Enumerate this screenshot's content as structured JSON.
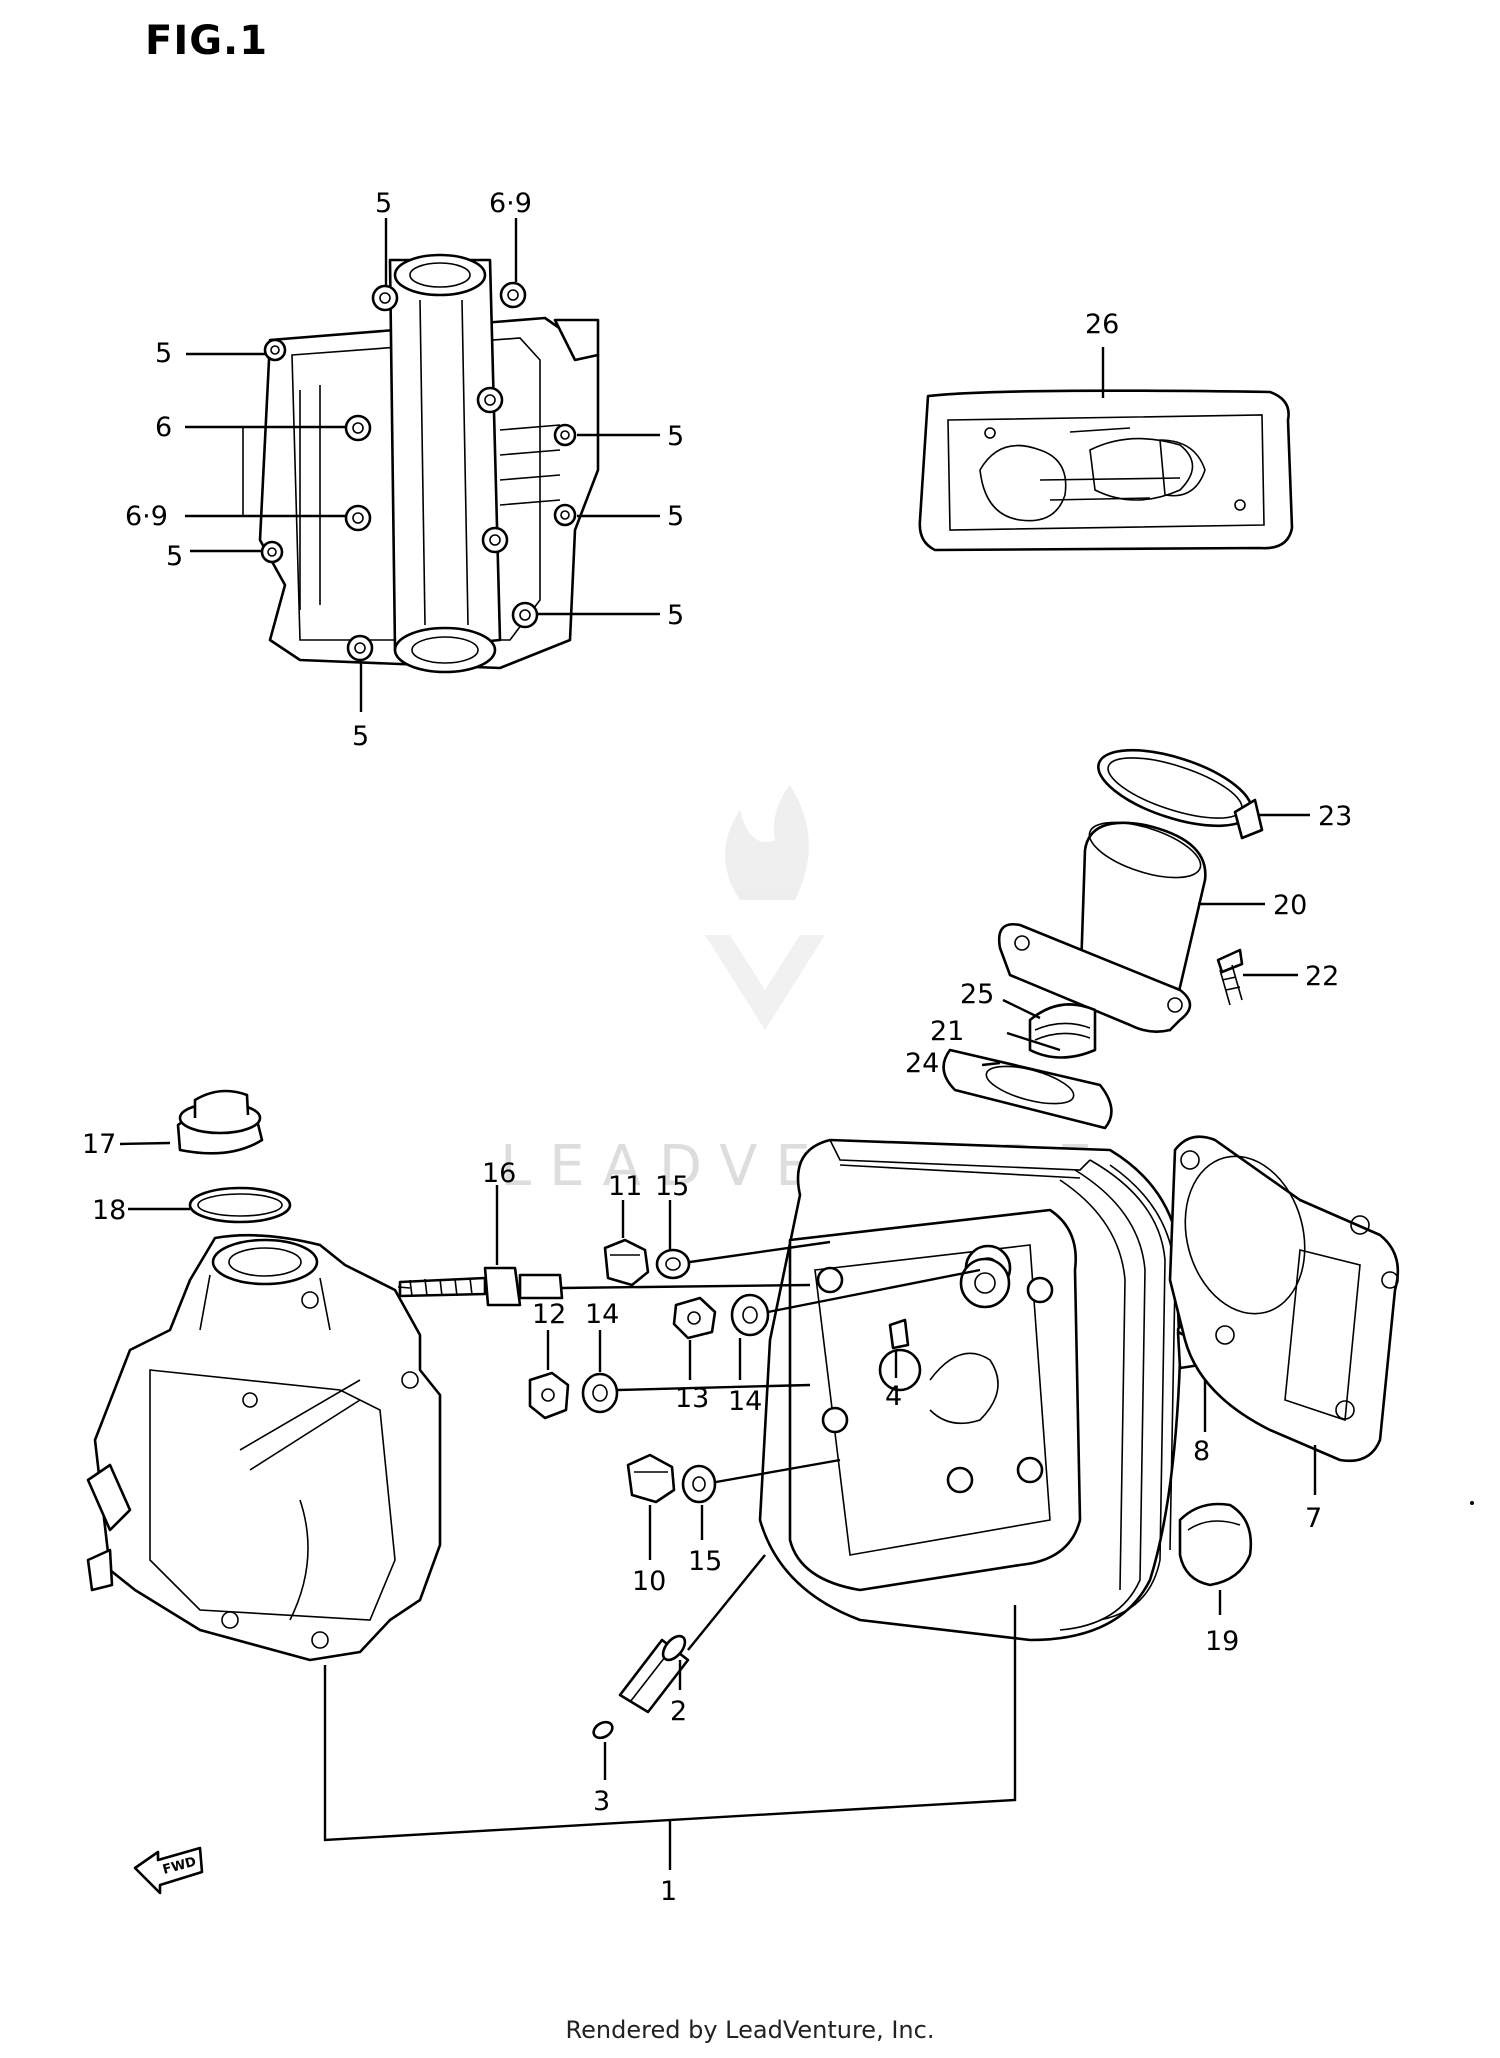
{
  "title": "FIG.1",
  "footer": "Rendered by LeadVenture, Inc.",
  "watermark": "LEADVENTURE",
  "fwd_label": "FWD",
  "callouts": {
    "c5a": "5",
    "c69a": "6·9",
    "c5b": "5",
    "c6": "6",
    "c69b": "6·9",
    "c5c": "5",
    "c5d": "5",
    "c5e": "5",
    "c5f": "5",
    "c5g": "5",
    "c26": "26",
    "c23": "23",
    "c20": "20",
    "c22": "22",
    "c25": "25",
    "c21": "21",
    "c24": "24",
    "c17": "17",
    "c18": "18",
    "c16": "16",
    "c11": "11",
    "c15a": "15",
    "c13": "13",
    "c14a": "14",
    "c12": "12",
    "c14b": "14",
    "c4": "4",
    "c8": "8",
    "c7": "7",
    "c10": "10",
    "c15b": "15",
    "c19": "19",
    "c2": "2",
    "c3": "3",
    "c1": "1"
  }
}
